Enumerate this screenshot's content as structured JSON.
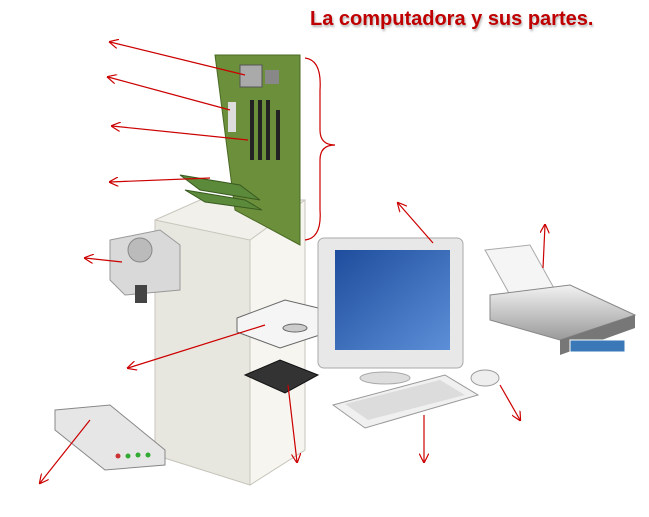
{
  "title": "La computadora y sus partes.",
  "colors": {
    "title": "#c00000",
    "arrow": "#cc0000",
    "board": "#6b8f3a",
    "screen": "#2f5fb0"
  },
  "parts": [
    "motherboard",
    "cpu",
    "memory",
    "expansion-slots",
    "expansion-cards",
    "power-supply",
    "cd-drive",
    "hard-drive",
    "monitor",
    "keyboard",
    "mouse",
    "printer",
    "modem",
    "case"
  ]
}
